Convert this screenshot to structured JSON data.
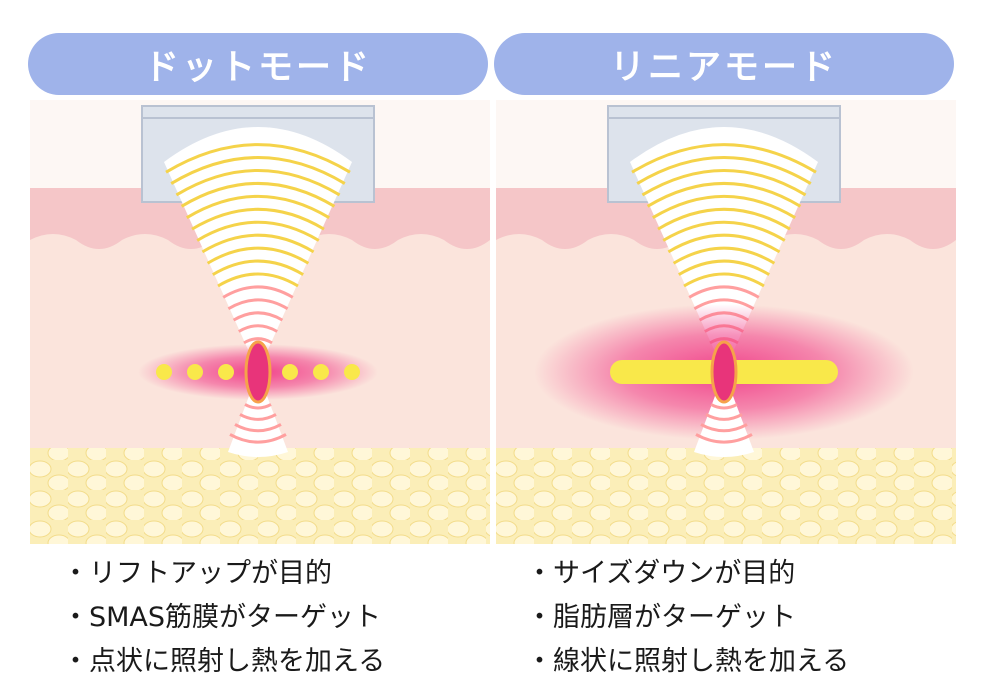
{
  "left": {
    "title": "ドットモード",
    "bullets": [
      "・リフトアップが目的",
      "・SMAS筋膜がターゲット",
      "・点状に照射し熱を加える"
    ]
  },
  "right": {
    "title": "リニアモード",
    "bullets": [
      "・サイズダウンが目的",
      "・脂肪層がターゲット",
      "・線状に照射し熱を加える"
    ]
  },
  "colors": {
    "pill": "#9fb3ea",
    "epidermis": "#f5c6c8",
    "dermis": "#fbe4dc",
    "fat": "#fbeeb8",
    "fat_cell": "#fff7d8",
    "probe": "#dde3ec",
    "wave": "#f5d34a",
    "wave_hot": "#ff9f9f",
    "focus": "#e8347a",
    "glow": "#f03a86",
    "dot": "#f9e84a"
  },
  "left_dots": 6
}
